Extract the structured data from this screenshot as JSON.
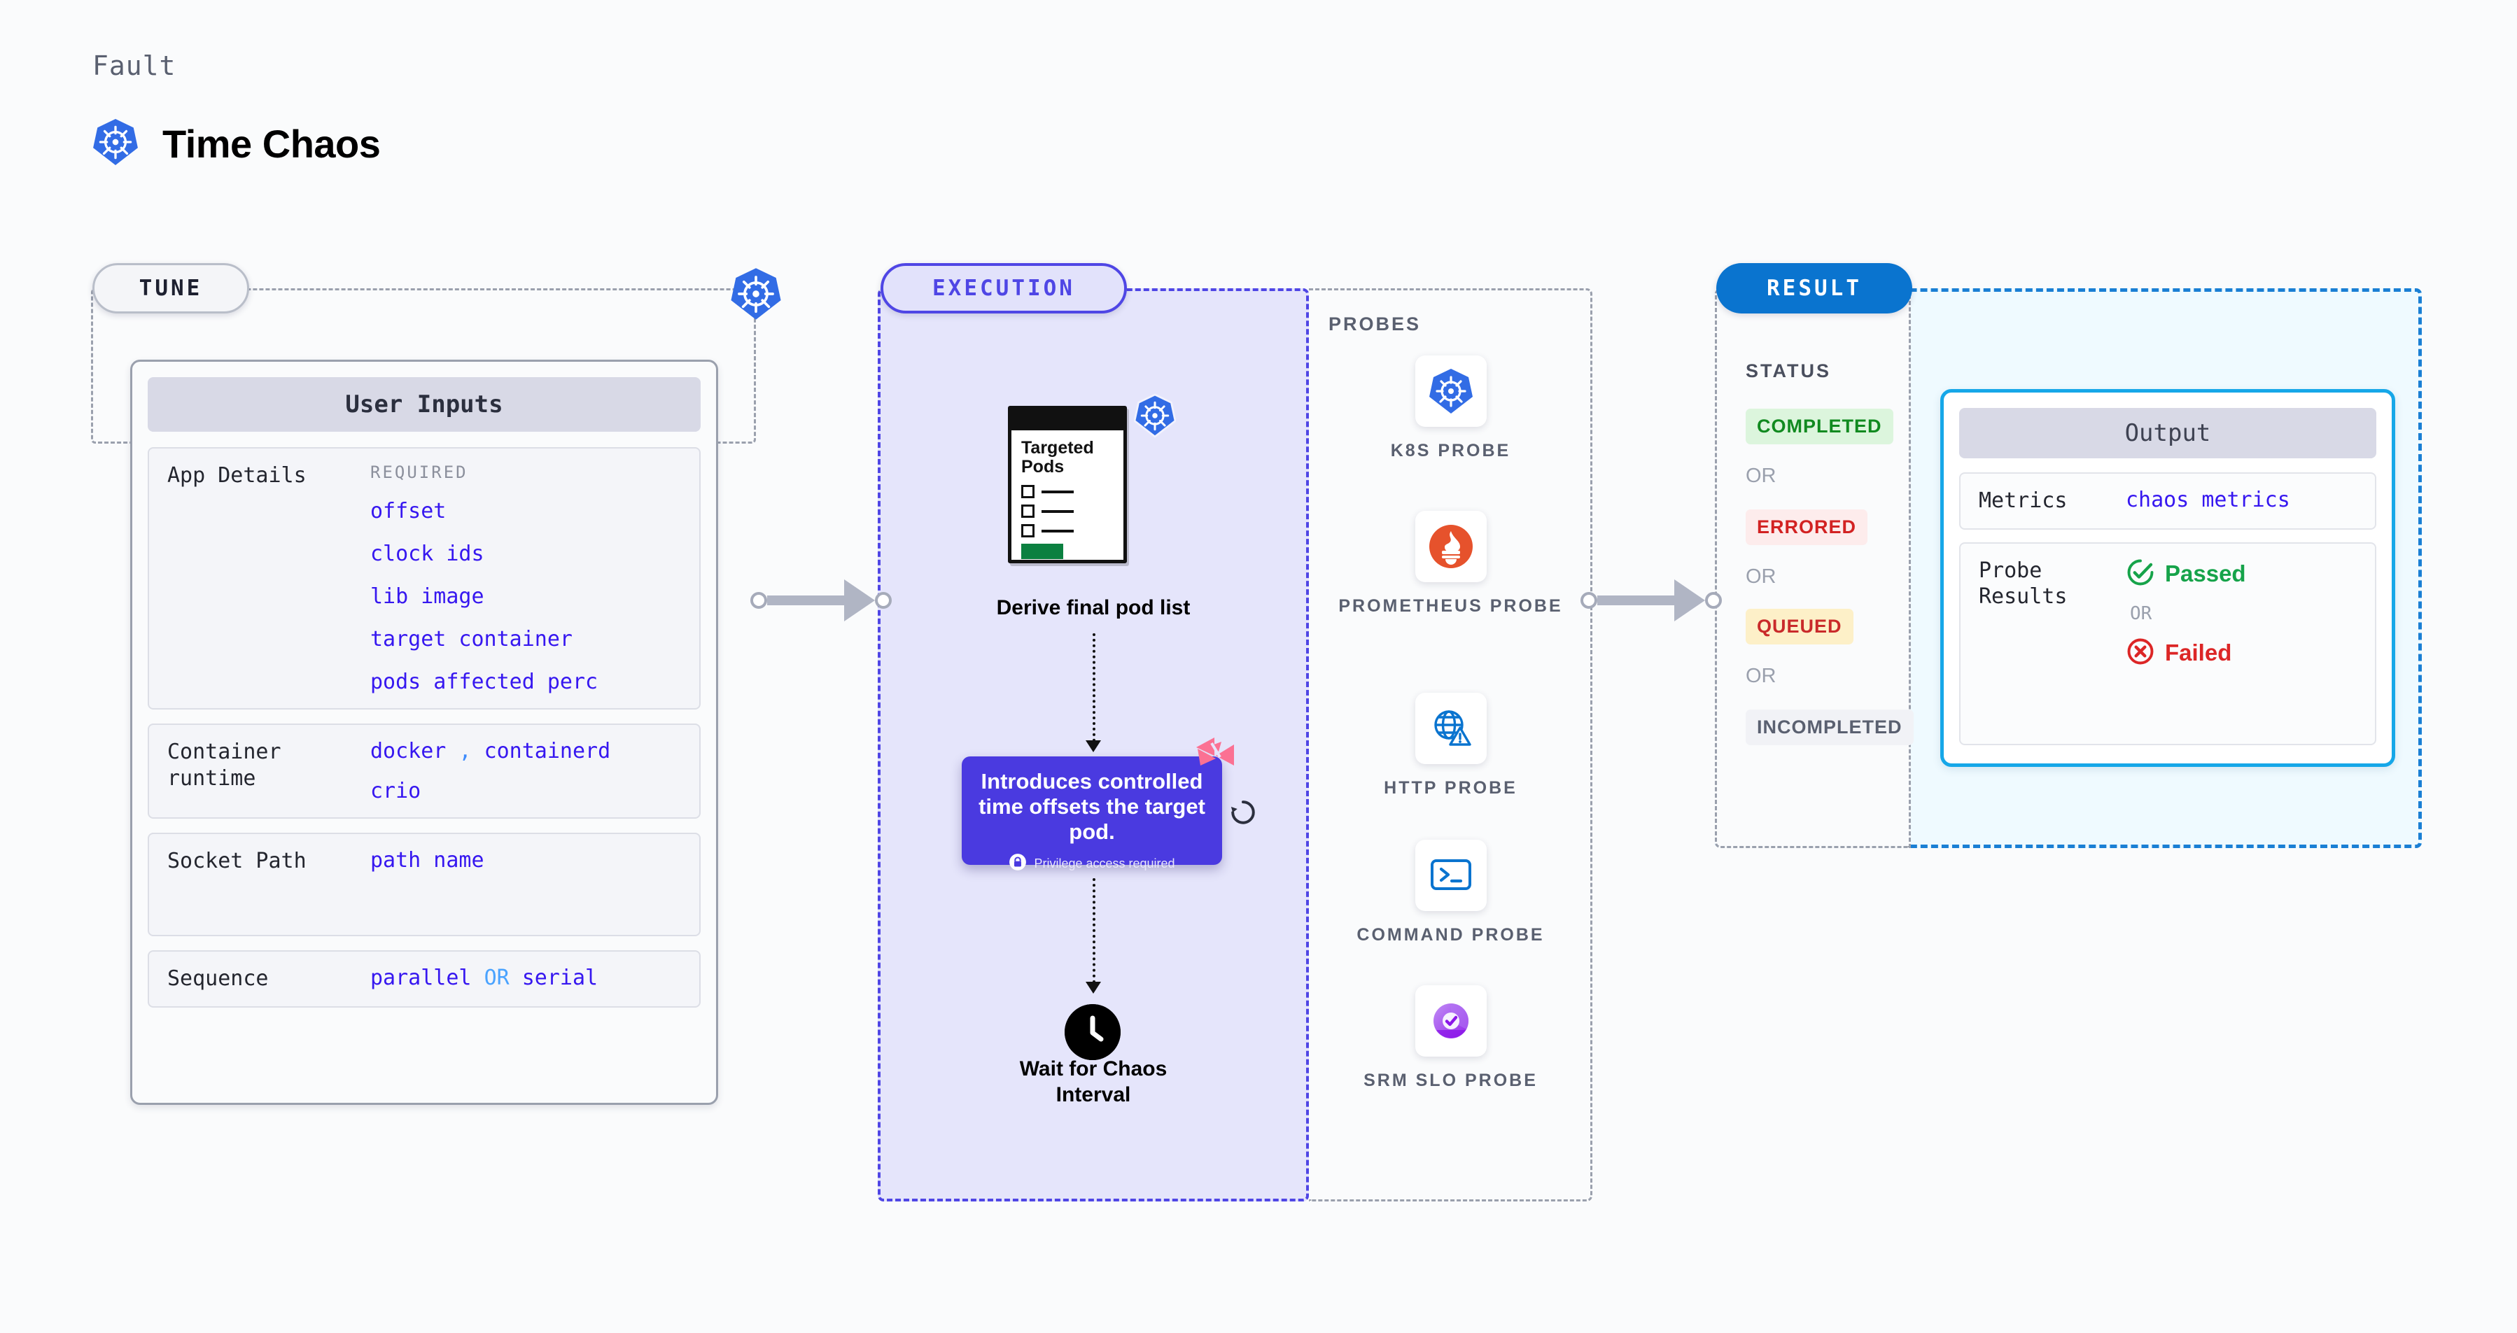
{
  "header": {
    "eyebrow": "Fault",
    "title": "Time Chaos",
    "icon": "kubernetes-icon"
  },
  "panels": {
    "tune": {
      "tag": "TUNE"
    },
    "execution": {
      "tag": "EXECUTION"
    },
    "result": {
      "tag": "RESULT"
    }
  },
  "tune": {
    "card_title": "User Inputs",
    "rows": [
      {
        "label": "App Details",
        "required_tag": "REQUIRED",
        "values": [
          "offset",
          "clock ids",
          "lib image",
          "target container",
          "pods affected perc"
        ]
      },
      {
        "label": "Container runtime",
        "values_line1_a": "docker",
        "values_line1_sep": ",",
        "values_line1_b": "containerd",
        "values_line2": "crio"
      },
      {
        "label": "Socket Path",
        "value": "path name"
      },
      {
        "label": "Sequence",
        "value_a": "parallel",
        "value_or": "OR",
        "value_b": "serial"
      }
    ]
  },
  "execution": {
    "pods_node": {
      "title_line1": "Targeted",
      "title_line2": "Pods",
      "badge_icon": "kubernetes-icon"
    },
    "derive_label": "Derive final pod list",
    "intro_card": {
      "text": "Introduces controlled time offsets the target pod.",
      "privilege_note": "Privilege access required",
      "lock_icon": "lock-icon",
      "corner_icon": "harness-logo-icon",
      "refresh_icon": "refresh-icon"
    },
    "wait_node": {
      "icon": "clock-icon",
      "label_line1": "Wait for Chaos",
      "label_line2": "Interval"
    }
  },
  "probes": {
    "title": "PROBES",
    "items": [
      {
        "label": "K8S PROBE",
        "icon": "kubernetes-icon"
      },
      {
        "label": "PROMETHEUS PROBE",
        "icon": "prometheus-icon"
      },
      {
        "label": "HTTP PROBE",
        "icon": "http-globe-warning-icon"
      },
      {
        "label": "COMMAND PROBE",
        "icon": "terminal-icon"
      },
      {
        "label": "SRM SLO PROBE",
        "icon": "srm-slo-icon"
      }
    ]
  },
  "result": {
    "status_title": "STATUS",
    "statuses": [
      {
        "label": "COMPLETED",
        "bg": "#dcf5dd",
        "fg": "#118a20"
      },
      {
        "label": "ERRORED",
        "bg": "#fdecec",
        "fg": "#d22222"
      },
      {
        "label": "QUEUED",
        "bg": "#fdf0c8",
        "fg": "#c92a2a"
      },
      {
        "label": "INCOMPLETED",
        "bg": "#f1f2f6",
        "fg": "#5a6070"
      }
    ],
    "or_label": "OR",
    "output": {
      "title": "Output",
      "metrics_label": "Metrics",
      "metrics_value": "chaos metrics",
      "probe_results_label": "Probe Results",
      "passed_label": "Passed",
      "passed_icon": "check-circle-icon",
      "or_label": "OR",
      "failed_label": "Failed",
      "failed_icon": "x-circle-icon"
    }
  },
  "colors": {
    "execution_accent": "#4f46e5",
    "result_accent": "#1a7fd4",
    "output_border": "#16a7e8",
    "kubernetes_blue": "#326ce5",
    "intro_purple": "#4a3ae0",
    "harness_pink": "#fb7193"
  }
}
